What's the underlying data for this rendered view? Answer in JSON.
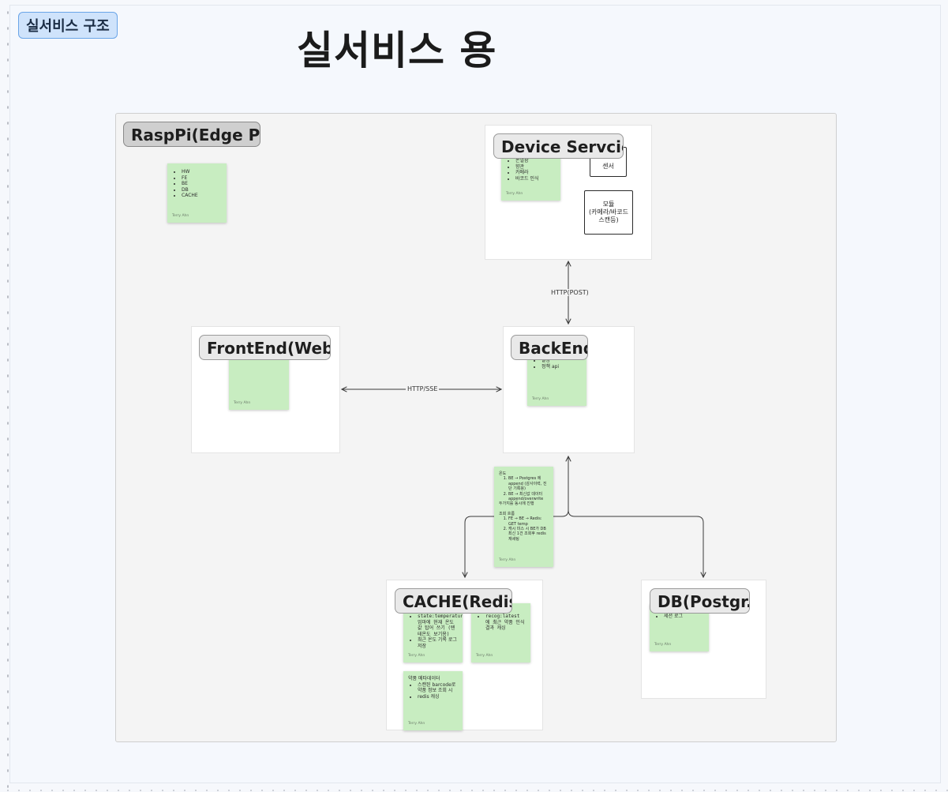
{
  "page": {
    "frame_tag": "실서비스 구조",
    "title": "실서비스 용"
  },
  "edge_pc": {
    "label": "RaspPi(Edge PC)",
    "note": {
      "items": [
        "HW",
        "FE",
        "BE",
        "DB",
        "CACHE"
      ],
      "author": "Terry Ahn"
    }
  },
  "device": {
    "label": "Device Servcies",
    "note": {
      "items": [
        "온열팜",
        "향관",
        "카메라",
        "바코드 인식"
      ],
      "author": "Terry Ahn"
    },
    "sensor_box": "센서",
    "module_box": [
      "모듈",
      "(카메라/바코드",
      "스캔등)"
    ]
  },
  "frontend": {
    "label": "FrontEnd(Web...",
    "note": {
      "author": "Terry Ahn"
    }
  },
  "backend": {
    "label": "BackEnd",
    "note": {
      "items": [
        "알람",
        "정책 api"
      ],
      "author": "Terry Ahn"
    }
  },
  "flow_note": {
    "heading1": "온도",
    "steps1": [
      "BE → Postgres 에 append (감사이력, 진단 기록용)",
      "BE → 최신값 데이터 append/overwrite"
    ],
    "line1": "두가지를 동시에 진행",
    "heading2": "조회 흐름",
    "steps2": [
      "FE → BE → Redis: GET temp",
      "캐시 미스 시 BE가 DB 최신 1건 조회후 redis 재세팅"
    ],
    "author": "Terry Ahn"
  },
  "cache": {
    "label": "CACHE(Redis)",
    "note_temp": {
      "items": [
        "state:temperature 엄마에 현재 온도 값 탑어 쓰기 (텐테온도 보기용)",
        "최근 온도 기록 로그 저장"
      ],
      "author": "Terry Ahn"
    },
    "note_recog": {
      "items": [
        "recog:latest 에 최근 약품 인식 결과 캐싱"
      ],
      "author": "Terry Ahn"
    },
    "note_meta": {
      "heading": "약품 메타데이터",
      "items": [
        "스캔된 barcode로 약품 정보 조회 시",
        "redis 캐싱"
      ],
      "author": "Terry Ahn"
    }
  },
  "db": {
    "label": "DB(Postgr...",
    "note": {
      "items": [
        "세션 로그"
      ],
      "author": "Terry Ahn"
    }
  },
  "edges": {
    "device_backend": "HTTP(POST)",
    "frontend_backend": "HTTP/SSE"
  },
  "colors": {
    "sticky": "#c8edc1",
    "frame_tag_bg": "#cfe3fb",
    "frame_tag_border": "#6aa5e8"
  }
}
